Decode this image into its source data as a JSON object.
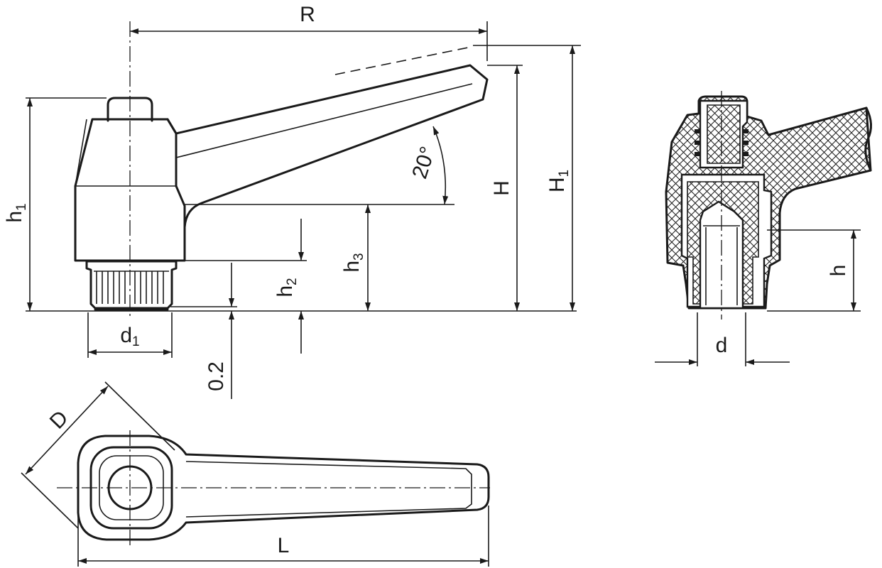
{
  "dimensions": {
    "R": "R",
    "H": "H",
    "H1_main": "H",
    "H1_sub": "1",
    "h1_main": "h",
    "h1_sub": "1",
    "h2_main": "h",
    "h2_sub": "2",
    "h3_main": "h",
    "h3_sub": "3",
    "d1_main": "d",
    "d1_sub": "1",
    "gap": "0.2",
    "angle": "20°",
    "D": "D",
    "L": "L",
    "d": "d",
    "h": "h"
  },
  "colors": {
    "line": "#1a1a1a",
    "background": "#ffffff"
  }
}
